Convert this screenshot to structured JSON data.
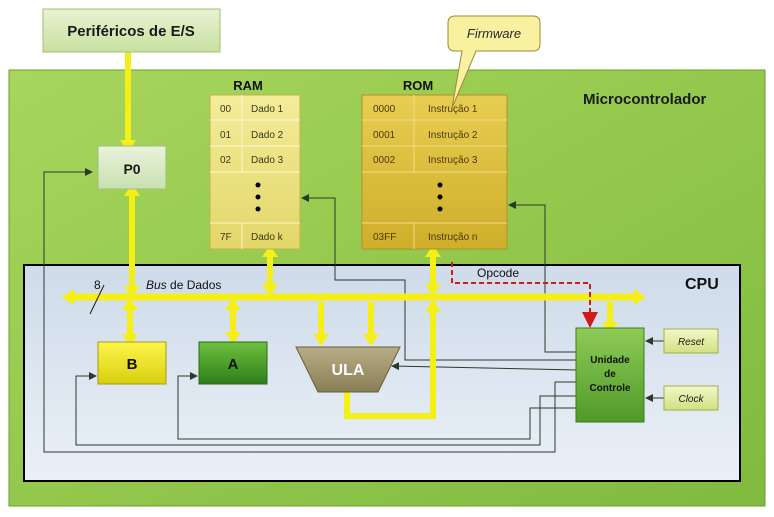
{
  "peripherals": {
    "label": "Periféricos de E/S"
  },
  "microcontroller": {
    "label": "Microcontrolador"
  },
  "port": {
    "label": "P0"
  },
  "ram": {
    "title": "RAM",
    "rows": [
      {
        "addr": "00",
        "value": "Dado 1"
      },
      {
        "addr": "01",
        "value": "Dado 2"
      },
      {
        "addr": "02",
        "value": "Dado 3"
      },
      {
        "addr": "7F",
        "value": "Dado k"
      }
    ]
  },
  "rom": {
    "title": "ROM",
    "rows": [
      {
        "addr": "0000",
        "value": "Instrução 1"
      },
      {
        "addr": "0001",
        "value": "Instrução 2"
      },
      {
        "addr": "0002",
        "value": "Instrução 3"
      },
      {
        "addr": "03FF",
        "value": "Instrução n"
      }
    ]
  },
  "firmware": {
    "label": "Firmware"
  },
  "cpu": {
    "label": "CPU"
  },
  "bus": {
    "width": "8",
    "label_em": "Bus",
    "label_rest": " de Dados"
  },
  "opcode": {
    "label": "Opcode"
  },
  "registers": {
    "b": "B",
    "a": "A"
  },
  "alu": {
    "label": "ULA"
  },
  "control": {
    "line1": "Unidade",
    "line2": "de",
    "line3": "Controle"
  },
  "reset": {
    "label": "Reset"
  },
  "clock": {
    "label": "Clock"
  },
  "colors": {
    "outer_green": "#8fc84a",
    "cpu_blue": "#dfe8f3",
    "bus_yellow": "#f4f016",
    "mem_yellow": "#f6f0a6",
    "rom_gold": "#e2c640",
    "reg_green": "#3f9526",
    "control_green": "#6db33f",
    "opcode_red": "#d11a1a"
  }
}
